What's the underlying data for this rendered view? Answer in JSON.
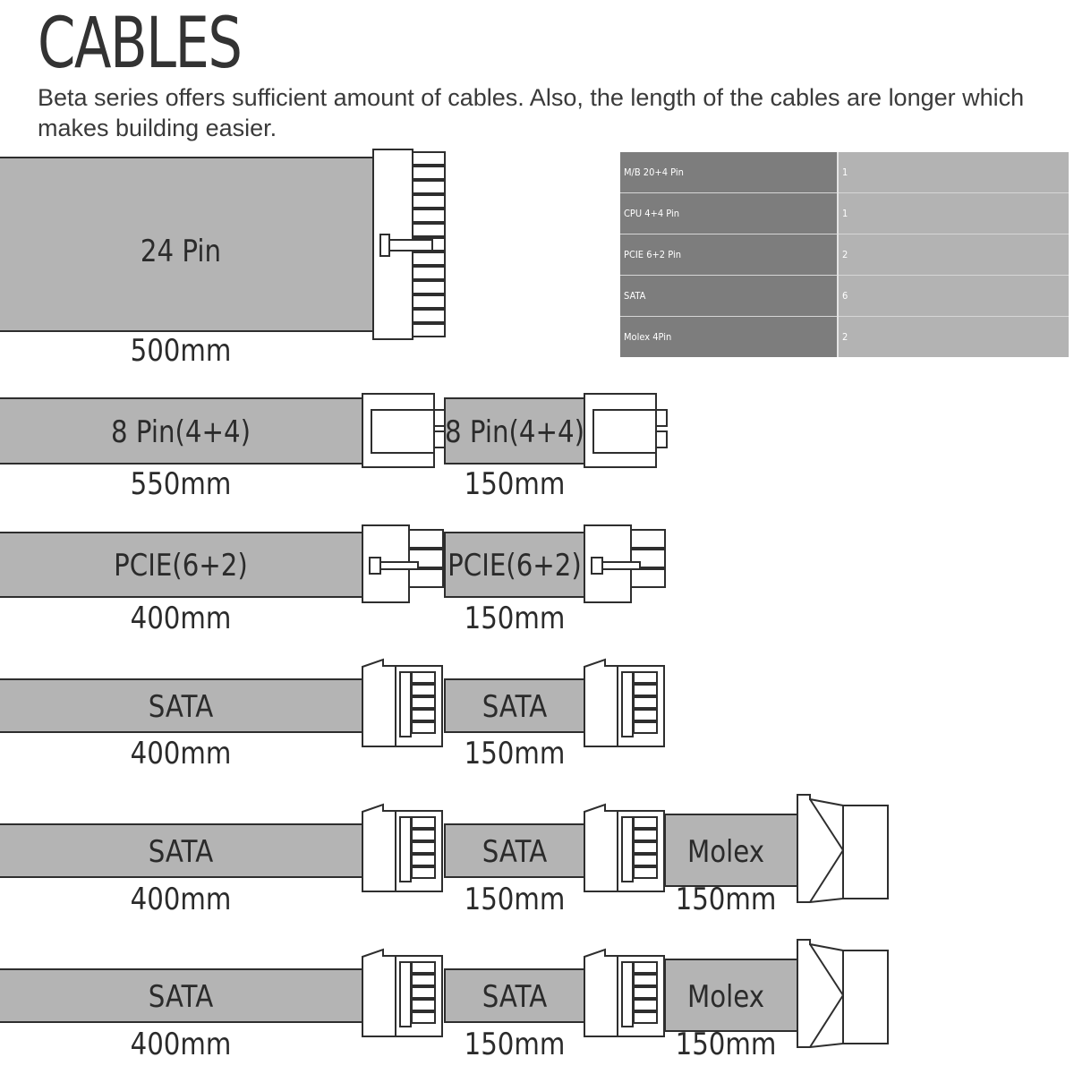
{
  "header": {
    "title": "CABLES",
    "description": "Beta series offers sufficient amount of cables. Also, the length of the cables are longer which makes building easier."
  },
  "table": {
    "rows": [
      {
        "name": "M/B 20+4 Pin",
        "count": "1"
      },
      {
        "name": "CPU 4+4 Pin",
        "count": "1"
      },
      {
        "name": "PCIE 6+2 Pin",
        "count": "2"
      },
      {
        "name": "SATA",
        "count": "6"
      },
      {
        "name": "Molex 4Pin",
        "count": "2"
      }
    ]
  },
  "cables": {
    "atx": {
      "label": "24 Pin",
      "length": "500mm"
    },
    "cpu": {
      "seg1_label": "8 Pin(4+4)",
      "seg1_length": "550mm",
      "seg2_label": "8 Pin(4+4)",
      "seg2_length": "150mm"
    },
    "pcie": {
      "seg1_label": "PCIE(6+2)",
      "seg1_length": "400mm",
      "seg2_label": "PCIE(6+2)",
      "seg2_length": "150mm"
    },
    "sata1": {
      "seg1_label": "SATA",
      "seg1_length": "400mm",
      "seg2_label": "SATA",
      "seg2_length": "150mm"
    },
    "sata2": {
      "seg1_label": "SATA",
      "seg1_length": "400mm",
      "seg2_label": "SATA",
      "seg2_length": "150mm",
      "seg3_label": "Molex",
      "seg3_length": "150mm"
    },
    "sata3": {
      "seg1_label": "SATA",
      "seg1_length": "400mm",
      "seg2_label": "SATA",
      "seg2_length": "150mm",
      "seg3_label": "Molex",
      "seg3_length": "150mm"
    }
  },
  "colors": {
    "cable": "#b4b4b4",
    "outline": "#2e2e2e",
    "table_name_bg": "#7d7d7d",
    "table_count_bg": "#b3b3b3"
  }
}
